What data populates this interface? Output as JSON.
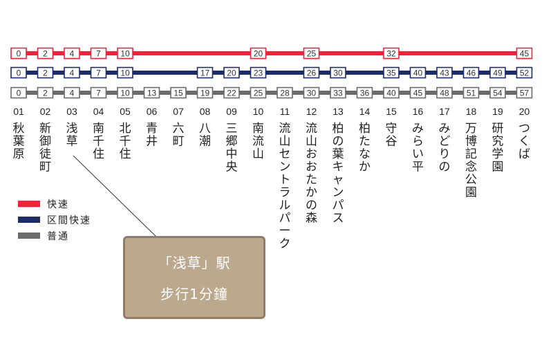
{
  "routes": [
    {
      "name": "快速",
      "color": "#f2213a",
      "stops": [
        [
          0,
          "0"
        ],
        [
          1,
          "2"
        ],
        [
          2,
          "4"
        ],
        [
          3,
          "7"
        ],
        [
          4,
          "10"
        ],
        [
          9,
          "20"
        ],
        [
          11,
          "25"
        ],
        [
          14,
          "32"
        ],
        [
          19,
          "45"
        ]
      ]
    },
    {
      "name": "区間快速",
      "color": "#1b2b6b",
      "stops": [
        [
          0,
          "0"
        ],
        [
          1,
          "2"
        ],
        [
          2,
          "4"
        ],
        [
          3,
          "7"
        ],
        [
          4,
          "10"
        ],
        [
          7,
          "17"
        ],
        [
          8,
          "20"
        ],
        [
          9,
          "23"
        ],
        [
          11,
          "26"
        ],
        [
          12,
          "30"
        ],
        [
          14,
          "35"
        ],
        [
          15,
          "40"
        ],
        [
          16,
          "43"
        ],
        [
          17,
          "46"
        ],
        [
          18,
          "49"
        ],
        [
          19,
          "52"
        ]
      ]
    },
    {
      "name": "普通",
      "color": "#6b6b6b",
      "stops": [
        [
          0,
          "0"
        ],
        [
          1,
          "2"
        ],
        [
          2,
          "4"
        ],
        [
          3,
          "7"
        ],
        [
          4,
          "10"
        ],
        [
          5,
          "13"
        ],
        [
          6,
          "15"
        ],
        [
          7,
          "19"
        ],
        [
          8,
          "22"
        ],
        [
          9,
          "25"
        ],
        [
          10,
          "28"
        ],
        [
          11,
          "30"
        ],
        [
          12,
          "33"
        ],
        [
          13,
          "36"
        ],
        [
          14,
          "40"
        ],
        [
          15,
          "45"
        ],
        [
          16,
          "48"
        ],
        [
          17,
          "51"
        ],
        [
          18,
          "54"
        ],
        [
          19,
          "57"
        ]
      ]
    }
  ],
  "stations": [
    {
      "num": "01",
      "name": "秋葉原"
    },
    {
      "num": "02",
      "name": "新御徒町"
    },
    {
      "num": "03",
      "name": "浅草"
    },
    {
      "num": "04",
      "name": "南千住"
    },
    {
      "num": "05",
      "name": "北千住"
    },
    {
      "num": "06",
      "name": "青井"
    },
    {
      "num": "07",
      "name": "六町"
    },
    {
      "num": "08",
      "name": "八潮"
    },
    {
      "num": "09",
      "name": "三郷中央"
    },
    {
      "num": "10",
      "name": "南流山"
    },
    {
      "num": "11",
      "name": "流山セントラルパーク"
    },
    {
      "num": "12",
      "name": "流山おおたかの森"
    },
    {
      "num": "13",
      "name": "柏の葉キャンパス"
    },
    {
      "num": "14",
      "name": "柏たなか"
    },
    {
      "num": "15",
      "name": "守谷"
    },
    {
      "num": "16",
      "name": "みらい平"
    },
    {
      "num": "17",
      "name": "みどりの"
    },
    {
      "num": "18",
      "name": "万博記念公園"
    },
    {
      "num": "19",
      "name": "研究学園"
    },
    {
      "num": "20",
      "name": "つくば"
    }
  ],
  "legend": [
    {
      "label": "快速",
      "color": "#f2213a"
    },
    {
      "label": "区間快速",
      "color": "#1b2b6b"
    },
    {
      "label": "普通",
      "color": "#6b6b6b"
    }
  ],
  "callout": {
    "line1": "「浅草」駅",
    "line2": "步行1分鐘",
    "target_station": "03"
  }
}
